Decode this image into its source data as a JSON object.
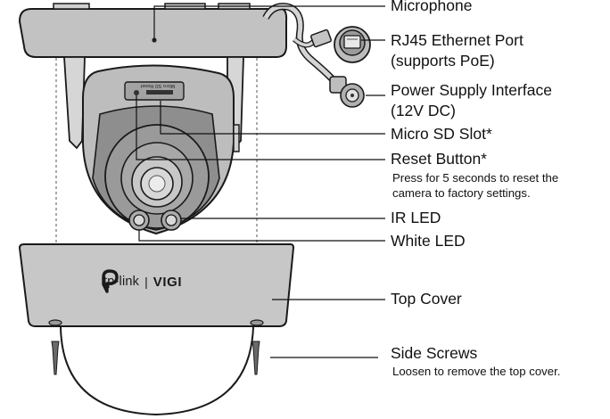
{
  "labels": {
    "microphone": "Microphone",
    "rj45_line1": "RJ45 Ethernet Port",
    "rj45_line2": "(supports PoE)",
    "power_line1": "Power Supply Interface",
    "power_line2": "(12V DC)",
    "micro_sd": "Micro SD Slot*",
    "reset": "Reset Button*",
    "reset_note1": "Press for 5 seconds to reset the",
    "reset_note2": "camera to factory settings.",
    "ir_led": "IR LED",
    "white_led": "White LED",
    "top_cover": "Top Cover",
    "side_screws": "Side Screws",
    "side_screws_note": "Loosen to remove the top cover."
  },
  "device_text": {
    "slot_marking": "Micro SD  Reset"
  },
  "brand": {
    "name": "tp-link",
    "separator": "|",
    "product": "VIGI"
  },
  "colors": {
    "body_gray": "#bdbdbd",
    "face_gray": "#8a8a8a",
    "dark_gray": "#666666",
    "outline": "#1a1a1a"
  }
}
